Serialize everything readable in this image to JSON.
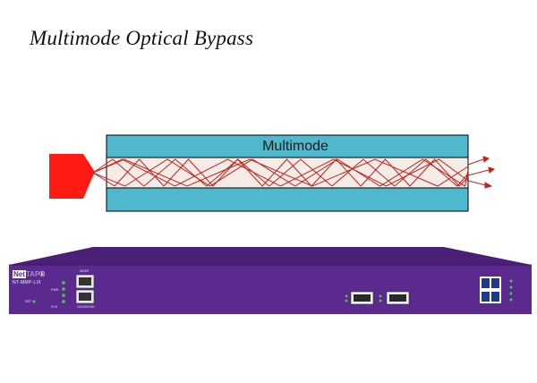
{
  "title": "Multimode Optical Bypass",
  "diagram": {
    "fiber_label": "Multimode",
    "colors": {
      "cladding": "#4fb8cc",
      "core": "#f6ece7",
      "rays": "#c0221c",
      "source": "#ff1a12"
    }
  },
  "device": {
    "brand_net": "Net",
    "brand_tap": "TAP",
    "brand_mark": "®",
    "model": "NT-MMP-LIX",
    "mgmt_label": "MGMT",
    "mgmt_sub": "10/100/1000",
    "led_labels": [
      "PWR",
      "SYS"
    ],
    "rst_label": "RST",
    "colors": {
      "chassis": "#5b2a8f",
      "top": "#4a1f78",
      "led": "#46d23c"
    }
  }
}
